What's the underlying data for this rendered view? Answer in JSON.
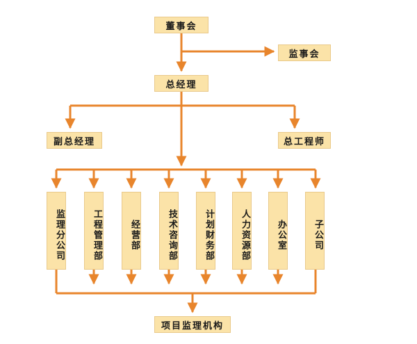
{
  "nodes": {
    "board": "董事会",
    "supervisory_board": "监事会",
    "general_manager": "总经理",
    "vice_general_manager": "副总经理",
    "chief_engineer": "总工程师",
    "project_supervision": "项目监理机构"
  },
  "departments": [
    "监理分公司",
    "工程管理部",
    "经营部",
    "技术咨询部",
    "计划财务部",
    "人力资源部",
    "办公室",
    "子公司"
  ],
  "colors": {
    "box_fill": "#fbe3a8",
    "box_border": "#e9c98a",
    "connector": "#e8852c"
  }
}
